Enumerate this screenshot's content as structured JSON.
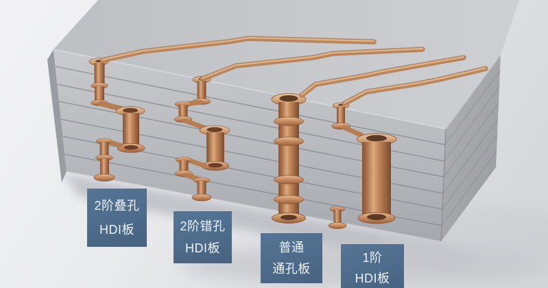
{
  "labels": {
    "stacked": {
      "line1": "2阶叠孔",
      "line2": "HDI板"
    },
    "staggered": {
      "line1": "2阶错孔",
      "line2": "HDI板"
    },
    "through": {
      "line1": "普通",
      "line2": "通孔板"
    },
    "one_step": {
      "line1": "1阶",
      "line2": "HDI板"
    }
  },
  "colors": {
    "label_background": "#4d6b8b",
    "label_text": "#eef3f7",
    "copper_mid": "#c08257",
    "copper_light": "#e4bb93",
    "copper_dark": "#8a5434",
    "board_top": "#c6c8cb",
    "board_front": "#b7babd",
    "board_side": "#a3a6aa",
    "background": "#e3e4e7"
  }
}
